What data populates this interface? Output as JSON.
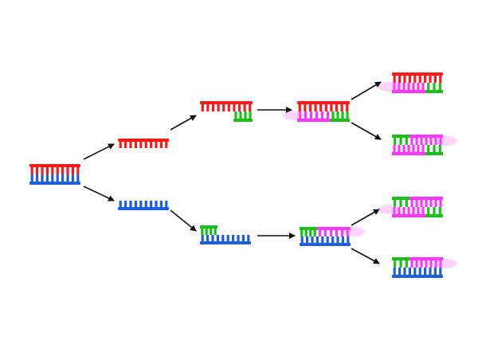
{
  "diagram": {
    "colors": {
      "template_strand_a": "#ff1a1a",
      "template_strand_b": "#1e5fe0",
      "primer": "#19c019",
      "new_strand": "#ff33ff",
      "arrow": "#111111"
    },
    "nodes": [
      {
        "id": "ds-template",
        "kind": "double-strand",
        "top": "template_strand_a",
        "bottom": "template_strand_b"
      },
      {
        "id": "ss-red",
        "kind": "single-strand",
        "strand": "template_strand_a"
      },
      {
        "id": "ss-blue",
        "kind": "single-strand",
        "strand": "template_strand_b"
      },
      {
        "id": "red-primed",
        "kind": "primed-strand",
        "strand": "template_strand_a",
        "primer": "primer"
      },
      {
        "id": "blue-primed",
        "kind": "primed-strand",
        "strand": "template_strand_b",
        "primer": "primer"
      },
      {
        "id": "red-extended",
        "kind": "extended-duplex",
        "template": "template_strand_a",
        "product": "new_strand"
      },
      {
        "id": "blue-extended",
        "kind": "extended-duplex",
        "template": "template_strand_b",
        "product": "new_strand"
      },
      {
        "id": "product-1",
        "kind": "duplex",
        "top": "template_strand_a",
        "bottom": "new_strand"
      },
      {
        "id": "product-2",
        "kind": "duplex",
        "top": "primer",
        "bottom": "new_strand"
      },
      {
        "id": "product-3",
        "kind": "duplex",
        "top": "new_strand",
        "bottom": "primer"
      },
      {
        "id": "product-4",
        "kind": "duplex",
        "top": "primer",
        "bottom": "template_strand_b"
      }
    ],
    "edges": [
      [
        "ds-template",
        "ss-red"
      ],
      [
        "ds-template",
        "ss-blue"
      ],
      [
        "ss-red",
        "red-primed"
      ],
      [
        "ss-blue",
        "blue-primed"
      ],
      [
        "red-primed",
        "red-extended"
      ],
      [
        "blue-primed",
        "blue-extended"
      ],
      [
        "red-extended",
        "product-1"
      ],
      [
        "red-extended",
        "product-2"
      ],
      [
        "blue-extended",
        "product-3"
      ],
      [
        "blue-extended",
        "product-4"
      ]
    ]
  }
}
